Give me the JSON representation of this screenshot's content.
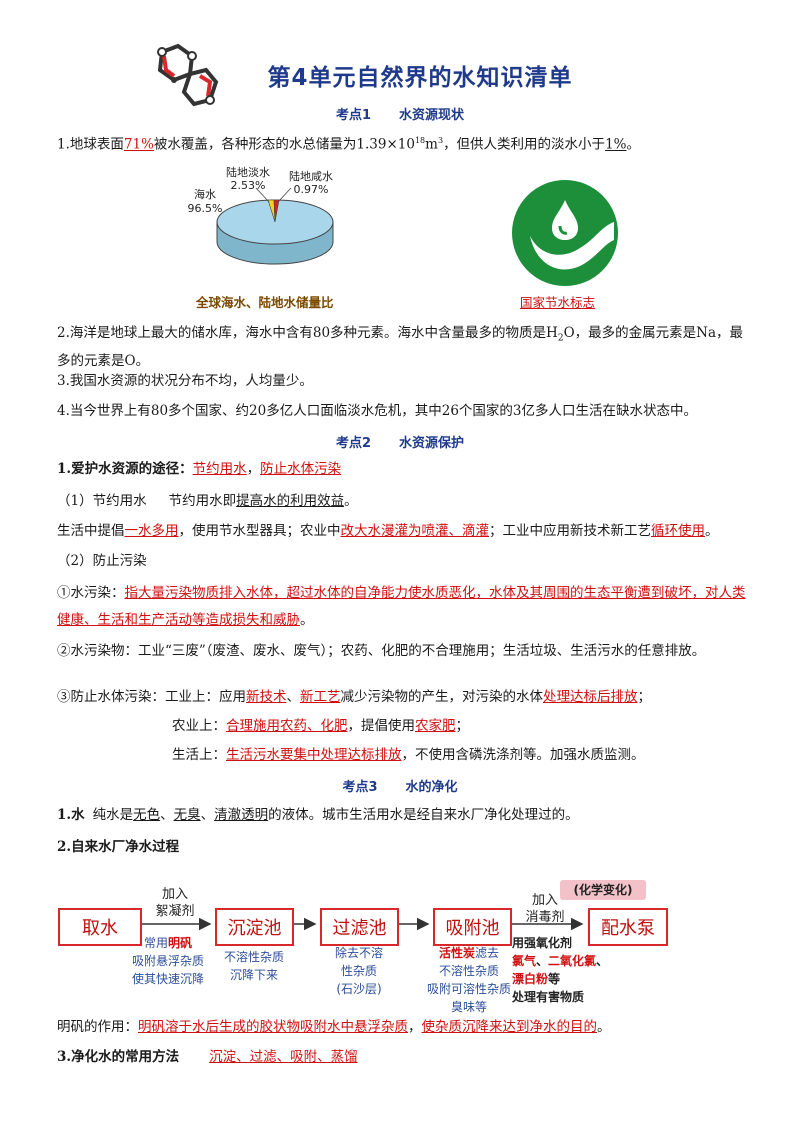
{
  "header": {
    "title": "第4单元自然界的水知识清单"
  },
  "sections": {
    "s1": {
      "num": "考点1",
      "name": "水资源现状"
    },
    "s2": {
      "num": "考点2",
      "name": "水资源保护"
    },
    "s3": {
      "num": "考点3",
      "name": "水的净化"
    }
  },
  "p1": {
    "a": "1.地球表面",
    "b": "71%",
    "c": "被水覆盖，各种形态的水总储量为1.39×10",
    "d": "18",
    "e": "m",
    "f": "3",
    "g": "，但供人类利用的淡水小于",
    "h": "1%",
    "i": "。"
  },
  "pie": {
    "labels": {
      "sea_name": "海水",
      "sea_pct": "96.5%",
      "fresh_name": "陆地淡水",
      "fresh_pct": "2.53%",
      "salt_name": "陆地咸水",
      "salt_pct": "0.97%"
    },
    "caption": "全球海水、陆地水储量比",
    "colors": {
      "sea": "#a9d6ea",
      "fresh": "#f2d21f",
      "salt": "#d81e1e"
    }
  },
  "logo": {
    "caption": "国家节水标志",
    "color": "#1d8f3a"
  },
  "chart_data": {
    "type": "pie",
    "categories": [
      "海水",
      "陆地淡水",
      "陆地咸水"
    ],
    "values": [
      96.5,
      2.53,
      0.97
    ],
    "title": "全球海水、陆地水储量比"
  },
  "p2": {
    "a": "2.海洋是地球上最大的储水库，海水中含有80多种元素。海水中含量最多的物质是H",
    "b": "2",
    "c": "O，最多的金属元素是Na，最多的元素是O。"
  },
  "p3": "3.我国水资源的状况分布不均，人均量少。",
  "p4": "4.当今世界上有80多个国家、约20多亿人口面临淡水危机，其中26个国家的3亿多人口生活在缺水状态中。",
  "p5": {
    "a": "1.爱护水资源的途径：",
    "b": "节约用水",
    "c": "，",
    "d": "防止水体污染"
  },
  "p6": {
    "a": "（1）节约用水",
    "b": "节约用水即",
    "c": "提高水的利用效益",
    "d": "。"
  },
  "p7": {
    "a": "生活中提倡",
    "b": "一水多用",
    "c": "，使用节水型器具；农业中",
    "d": "改大水漫灌为喷灌、滴灌",
    "e": "；工业中应用新技术新工艺",
    "f": "循环使用",
    "g": "。"
  },
  "p8": "（2）防止污染",
  "p9": {
    "a": "①水污染：",
    "b": "指大量污染物质排入水体，超过水体的自净能力使水质恶化，水体及其周围的生态平衡遭到破坏，",
    "c": "对人类健康、生活和生产活动等造成损失和威胁",
    "d": "。"
  },
  "p10": "②水污染物：工业“三废”（废渣、废水、废气）；农药、化肥的不合理施用；生活垃圾、生活污水的任意排放。",
  "p11": {
    "a": "③防止水体污染：工业上：应用",
    "b": "新技术",
    "c": "、",
    "d": "新工艺",
    "e": "减少污染物的产生，对污染的水体",
    "f": "处理达标后排放",
    "g": "；"
  },
  "p12": {
    "a": "农业上：",
    "b": "合理施用农药、化肥",
    "c": "，提倡使用",
    "d": "农家肥",
    "e": "；"
  },
  "p13": {
    "a": "生活上：",
    "b": "生活污水要集中处理达标排放",
    "c": "，不使用含磷洗涤剂等。加强水质监测。"
  },
  "p14": {
    "a": "1.水",
    "b": "纯水是",
    "c": "无色",
    "d": "、",
    "e": "无臭",
    "f": "、",
    "g": "清澈透明",
    "h": "的液体。城市生活用水是经自来水厂净化处理过的。"
  },
  "p15": "2.自来水厂净水过程",
  "flow": {
    "boxes": [
      "取水",
      "沉淀池",
      "过滤池",
      "吸附池",
      "配水泵"
    ],
    "arrow1_top": [
      "加入",
      "絮凝剂"
    ],
    "arrow4_top": [
      "加入",
      "消毒剂"
    ],
    "chem_tag": "(化学变化)",
    "note1": {
      "a": "常用",
      "b": "明矾",
      "c": "吸附悬浮杂质",
      "d": "使其快速沉降"
    },
    "note2": [
      "不溶性杂质",
      "沉降下来"
    ],
    "note3": [
      "除去不溶",
      "性杂质",
      "(石沙层)"
    ],
    "note4": {
      "a": "活性炭",
      "b": "滤去",
      "c": "不溶性杂质",
      "d": "吸附可溶性杂质",
      "e": "臭味等"
    },
    "note5": {
      "a": "用强氧化剂",
      "b": "氯气",
      "c": "、",
      "d": "二氧化氯",
      "e": "、",
      "f": "漂白粉",
      "g": "等",
      "h": "处理有害物质"
    }
  },
  "p16": {
    "a": "明矾的作用：",
    "b": "明矾溶于水后生成的胶状物吸附水中悬浮杂质",
    "c": "，",
    "d": "使杂质沉降来达到净水的目的",
    "e": "。"
  },
  "p17": {
    "a": "3.净化水的常用方法",
    "b": "沉淀、过滤、吸附、蒸馏"
  }
}
